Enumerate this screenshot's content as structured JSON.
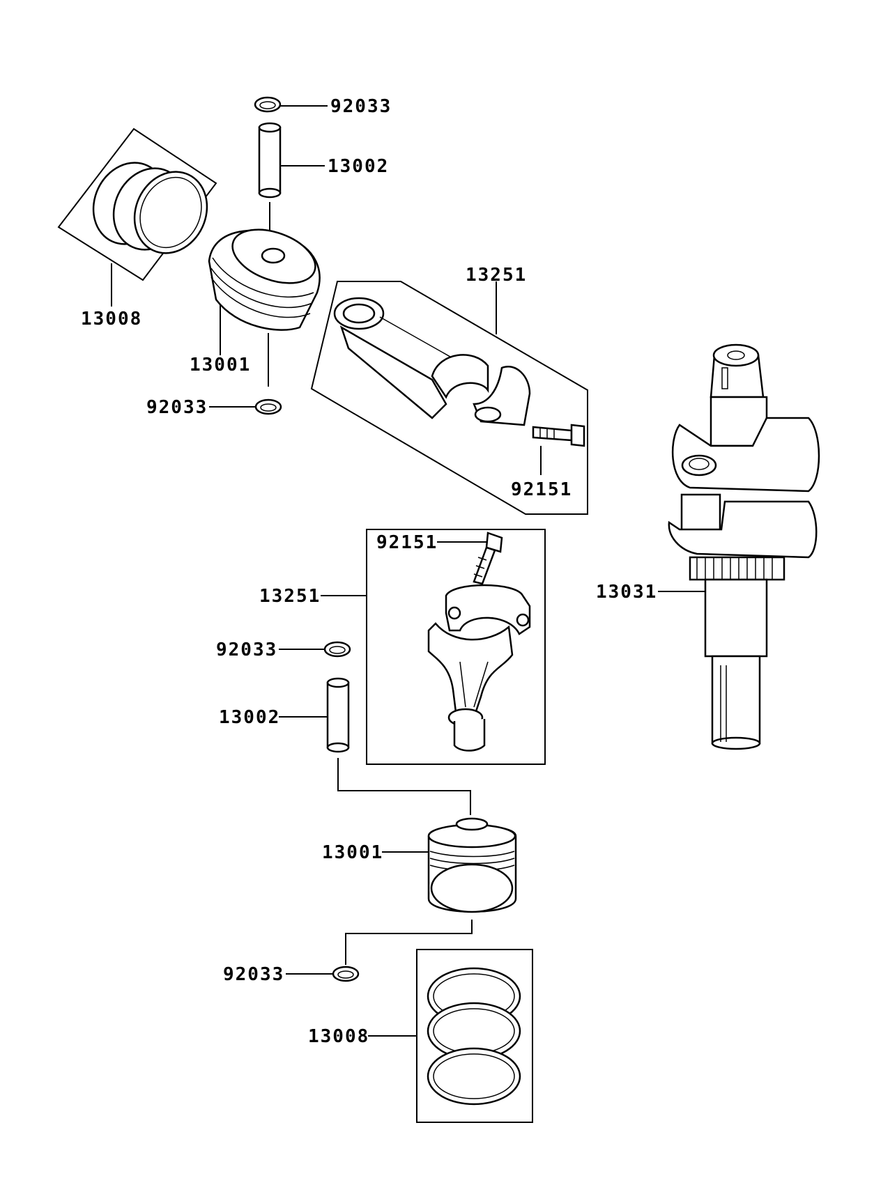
{
  "diagram": {
    "callouts": {
      "clip_top_upper": "92033",
      "pin_upper": "13002",
      "ring_set_upper": "13008",
      "piston_upper": "13001",
      "clip_bottom_upper": "92033",
      "conrod_upper": "13251",
      "bolt_upper": "92151",
      "bolt_lower": "92151",
      "conrod_lower": "13251",
      "crankshaft": "13031",
      "clip_top_lower": "92033",
      "pin_lower": "13002",
      "piston_lower": "13001",
      "clip_bottom_lower": "92033",
      "ring_set_lower": "13008"
    }
  }
}
